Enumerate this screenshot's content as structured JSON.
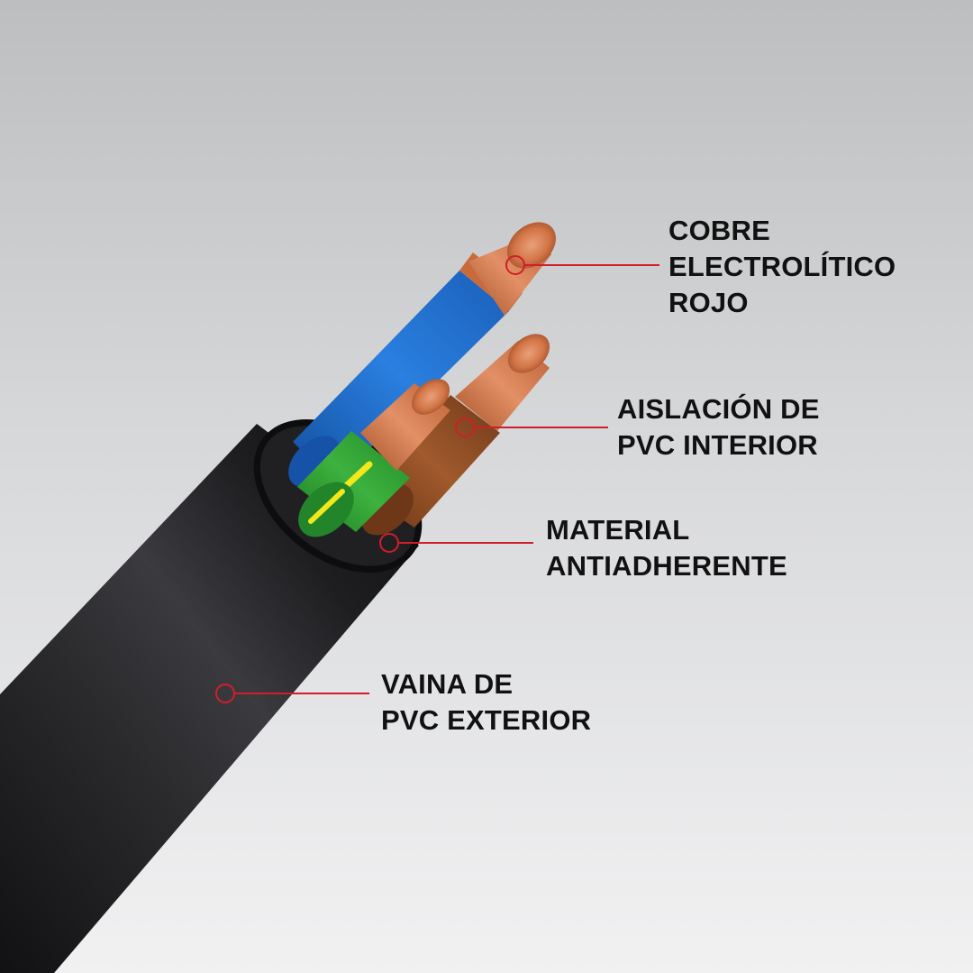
{
  "colors": {
    "background_top": "#bdbec0",
    "background_bottom": "#f1f1f2",
    "outer_sheath": "#1c1c1e",
    "blue_insulation": "#1e6fd0",
    "brown_insulation": "#8a4a22",
    "green_yellow_insulation": "#2d9a2f",
    "stripe": "#f2e81a",
    "copper": "#d77b4c",
    "callout_line": "#d01e2a",
    "label_text": "#111111"
  },
  "callouts": [
    {
      "id": "copper",
      "lines": [
        "COBRE",
        "ELECTROLÍTICO",
        "ROJO"
      ]
    },
    {
      "id": "inner-insulation",
      "lines": [
        "AISLACIÓN DE",
        "PVC INTERIOR"
      ]
    },
    {
      "id": "antiadherent",
      "lines": [
        "MATERIAL",
        "ANTIADHERENTE"
      ]
    },
    {
      "id": "outer-sheath",
      "lines": [
        "VAINA DE",
        "PVC EXTERIOR"
      ]
    }
  ]
}
